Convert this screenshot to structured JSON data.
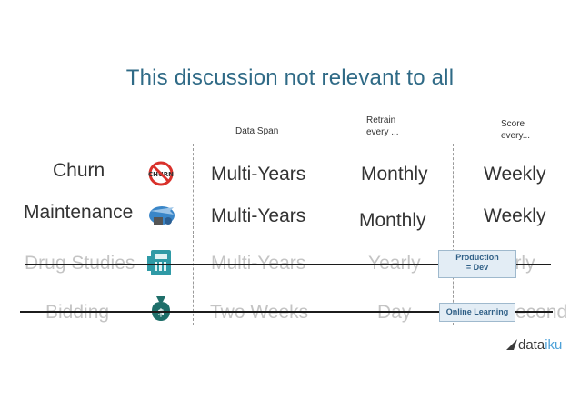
{
  "title": "This discussion not relevant to all",
  "headers": {
    "data_span": "Data Span",
    "retrain": [
      "Retrain",
      "every ..."
    ],
    "score": [
      "Score",
      "every..."
    ]
  },
  "rows": [
    {
      "label": "Churn",
      "icon": "churn-no-icon",
      "span": "Multi-Years",
      "retrain": "Monthly",
      "score": "Weekly",
      "faded": false
    },
    {
      "label": "Maintenance",
      "icon": "airplane-icon",
      "span": "Multi-Years",
      "retrain": "Monthly",
      "score": "Weekly",
      "faded": false
    },
    {
      "label": "Drug Studies",
      "icon": "drug-icon",
      "span": "Multi-Years",
      "retrain": "Yearly",
      "score": "Yearly",
      "faded": true
    },
    {
      "label": "Bidding",
      "icon": "money-bag-icon",
      "span": "Two Weeks",
      "retrain": "Day",
      "score": "Second",
      "faded": true
    }
  ],
  "tags": {
    "production": [
      "Production",
      "= Dev"
    ],
    "online_learning": "Online Learning"
  },
  "logo": {
    "part1": "data",
    "part2": "iku"
  },
  "colors": {
    "title": "#2f6a86",
    "faded": "#c4c4c4",
    "tag_bg": "#e3edf5",
    "icon_red": "#d9312b",
    "icon_teal": "#2f9aa6"
  }
}
